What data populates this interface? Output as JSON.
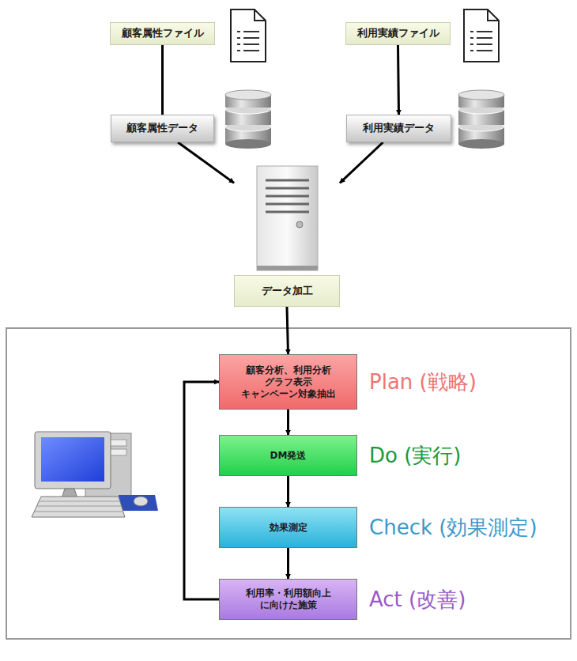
{
  "diagram": {
    "nodes": [
      {
        "text": [
          "顧客属性ファイル"
        ]
      },
      {
        "text": [
          "利用実績ファイル"
        ]
      },
      {
        "text": [
          "顧客属性データ"
        ]
      },
      {
        "text": [
          "利用実績データ"
        ]
      },
      {
        "text": [
          "データ加工"
        ]
      },
      {
        "text": [
          "顧客分析、利用分析 グラフ表示 キャンペーン対象抽出",
          "Plan (戦略)"
        ]
      },
      {
        "text": [
          "DM発送",
          "Do (実行)"
        ]
      },
      {
        "text": [
          "効果測定",
          "Check (効果測定)"
        ]
      },
      {
        "text": [
          "利用率・利用額向上 に向けた施策",
          "Act (改善)"
        ]
      }
    ],
    "edges": [
      {
        "from": 0,
        "to": 2,
        "arrow": "none"
      },
      {
        "from": 1,
        "to": 3,
        "arrow": "to"
      },
      {
        "from": 2,
        "to": 4,
        "arrow": "to"
      },
      {
        "from": 3,
        "to": 4,
        "arrow": "to"
      },
      {
        "from": 4,
        "to": 5,
        "arrow": "to"
      },
      {
        "from": 5,
        "to": 6,
        "arrow": "to"
      },
      {
        "from": 6,
        "to": 7,
        "arrow": "to"
      },
      {
        "from": 7,
        "to": 8,
        "arrow": "to"
      },
      {
        "from": 8,
        "to": 5,
        "arrow": "to"
      }
    ]
  }
}
